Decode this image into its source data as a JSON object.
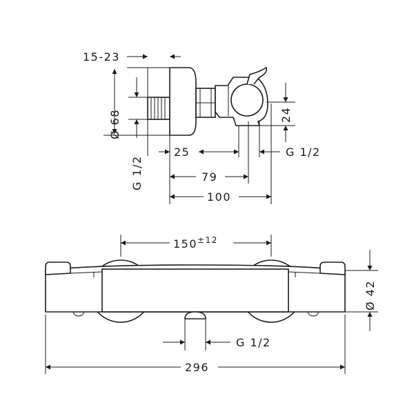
{
  "side_view": {
    "dim_offset": "15-23",
    "dim_diameter": "Ø 68",
    "dim_thread_left": "G 1/2",
    "dim_inlet": "25",
    "dim_thread_right": "G 1/2",
    "dim_height": "24",
    "dim_outlet": "79",
    "dim_depth": "100"
  },
  "front_view": {
    "dim_centers": "150",
    "dim_centers_tol": "±12",
    "dim_diameter": "Ø 42",
    "dim_thread_bottom": "G 1/2",
    "dim_width": "296"
  }
}
